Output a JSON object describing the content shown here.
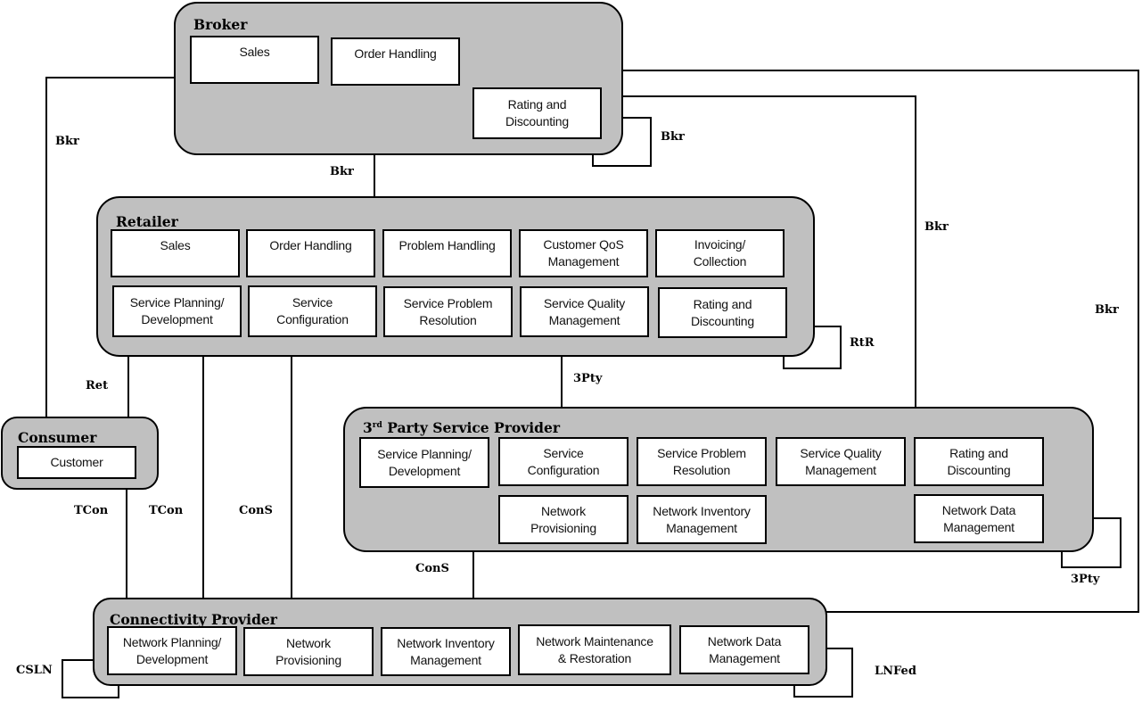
{
  "roles": {
    "broker": {
      "title": "Broker",
      "functions": [
        "Sales",
        "Order Handling",
        "Rating and\nDiscounting"
      ]
    },
    "retailer": {
      "title": "Retailer",
      "functions": [
        "Sales",
        "Order Handling",
        "Problem Handling",
        "Customer QoS\nManagement",
        "Invoicing/\nCollection",
        "Service Planning/\nDevelopment",
        "Service\nConfiguration",
        "Service Problem\nResolution",
        "Service Quality\nManagement",
        "Rating and\nDiscounting"
      ]
    },
    "consumer": {
      "title": "Consumer",
      "functions": [
        "Customer"
      ]
    },
    "third_party": {
      "title_prefix": "3",
      "title_sup": "rd",
      "title_rest": " Party Service Provider",
      "functions": [
        "Service Planning/\nDevelopment",
        "Service\nConfiguration",
        "Service Problem\nResolution",
        "Service Quality\nManagement",
        "Rating and\nDiscounting",
        "Network\nProvisioning",
        "Network Inventory\nManagement",
        "Network Data\nManagement"
      ]
    },
    "connectivity": {
      "title": "Connectivity Provider",
      "functions": [
        "Network Planning/\nDevelopment",
        "Network\nProvisioning",
        "Network Inventory\nManagement",
        "Network Maintenance\n& Restoration",
        "Network Data\nManagement"
      ]
    }
  },
  "interfaces": {
    "bkr_consumer": "Bkr",
    "bkr_retailer": "Bkr",
    "bkr_self": "Bkr",
    "bkr_third_party": "Bkr",
    "bkr_connectivity": "Bkr",
    "rtr": "RtR",
    "ret": "Ret",
    "three_pty_retailer": "3Pty",
    "three_pty_self": "3Pty",
    "tcon_consumer": "TCon",
    "tcon_retailer": "TCon",
    "cons_retailer": "ConS",
    "cons_third_party": "ConS",
    "csln": "CSLN",
    "lnfed": "LNFed"
  },
  "colors": {
    "role_fill": "#c0c0c0",
    "box_fill": "#ffffff",
    "line": "#000000"
  }
}
